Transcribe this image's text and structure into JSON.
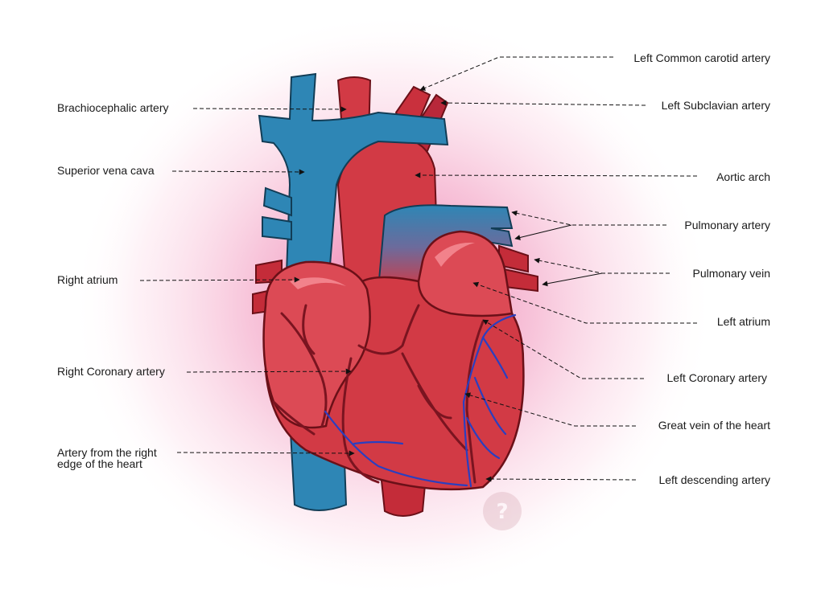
{
  "colors": {
    "glow": "#ec6aa0",
    "vessel_blue": "#2e86b5",
    "vessel_blue_dark": "#1f5f84",
    "muscle_red": "#d23a45",
    "muscle_dark": "#9e1f2b",
    "vein_line": "#2a3fc0",
    "label_text": "#1a1a1a"
  },
  "labels": {
    "left": [
      {
        "id": "brachiocephalic-artery",
        "text": "Brachiocephalic artery"
      },
      {
        "id": "superior-vena-cava",
        "text": "Superior vena cava"
      },
      {
        "id": "right-atrium",
        "text": "Right atrium"
      },
      {
        "id": "right-coronary-artery",
        "text": "Right Coronary artery"
      },
      {
        "id": "artery-right-edge",
        "text": "Artery from the right",
        "text2": "edge of the heart"
      }
    ],
    "right": [
      {
        "id": "left-common-carotid-artery",
        "text": "Left Common carotid artery"
      },
      {
        "id": "left-subclavian-artery",
        "text": "Left Subclavian artery"
      },
      {
        "id": "aortic-arch",
        "text": "Aortic arch"
      },
      {
        "id": "pulmonary-artery",
        "text": "Pulmonary artery"
      },
      {
        "id": "pulmonary-vein",
        "text": "Pulmonary vein"
      },
      {
        "id": "left-atrium",
        "text": "Left atrium"
      },
      {
        "id": "left-coronary-artery",
        "text": "Left Coronary artery"
      },
      {
        "id": "great-vein",
        "text": "Great vein of the heart"
      },
      {
        "id": "left-descending-artery",
        "text": "Left descending artery"
      }
    ]
  },
  "watermark_icon": "question-bubble-icon"
}
